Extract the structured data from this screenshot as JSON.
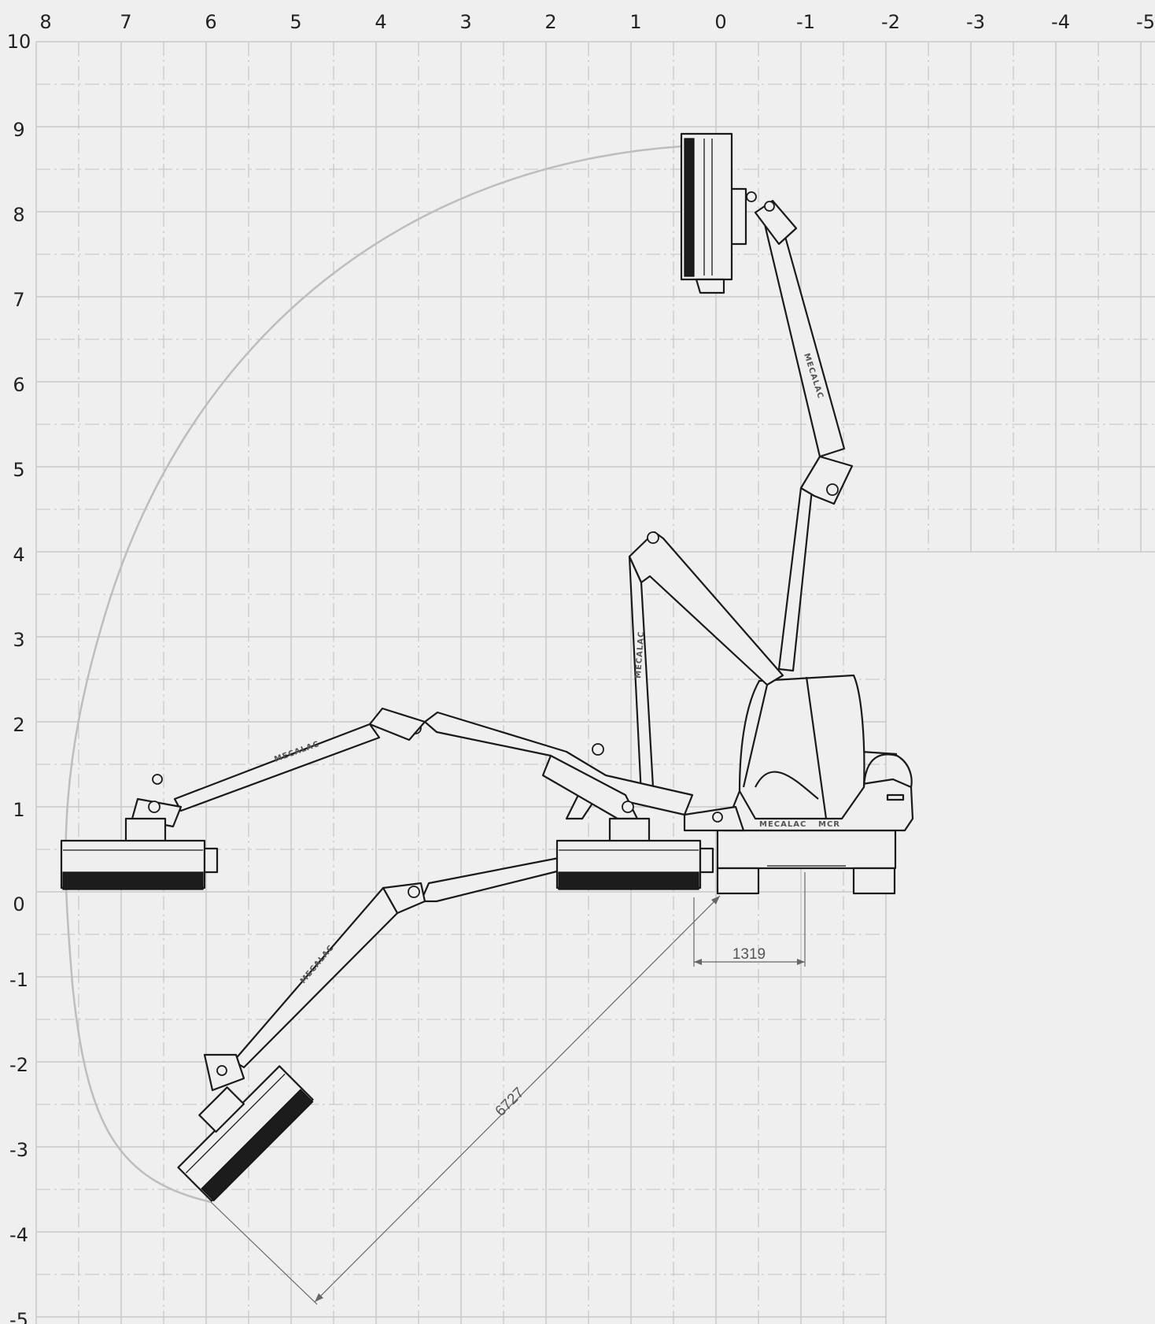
{
  "diagram": {
    "x_axis_ticks": [
      "8",
      "7",
      "6",
      "5",
      "4",
      "3",
      "2",
      "1",
      "0",
      "-1",
      "-2",
      "-3",
      "-4",
      "-5"
    ],
    "y_axis_ticks": [
      "10",
      "9",
      "8",
      "7",
      "6",
      "5",
      "4",
      "3",
      "2",
      "1",
      "0",
      "-1",
      "-2",
      "-3",
      "-4",
      "-5"
    ],
    "dimensions": {
      "horizontal_offset": "1319",
      "reach_radius": "6727"
    },
    "branding": {
      "arm_logo": "MECALAC",
      "cab_logo": "MECALAC",
      "cab_model": "MCR"
    },
    "colors": {
      "background": "#eeefee",
      "grid": "#c9c9c9",
      "envelope": "#bdbdbd",
      "machine": "#1a1a1a"
    }
  }
}
